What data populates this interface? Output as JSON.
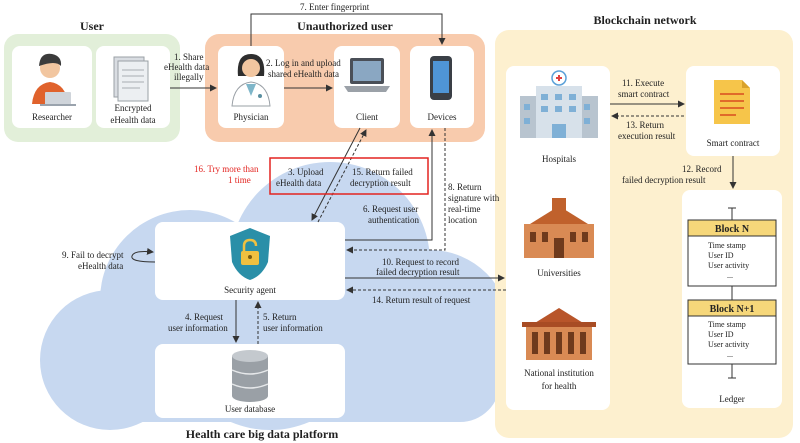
{
  "groups": {
    "user": "User",
    "unauthorized": "Unauthorized user",
    "blockchain": "Blockchain network",
    "platform": "Health care big data platform"
  },
  "nodes": {
    "researcher": "Researcher",
    "encrypted": [
      "Encrypted",
      "eHealth data"
    ],
    "physician": "Physician",
    "client": "Client",
    "devices": "Devices",
    "security_agent": "Security agent",
    "user_database": "User database",
    "hospitals": "Hospitals",
    "universities": "Universities",
    "national": [
      "National institution",
      "for health"
    ],
    "smart_contract": "Smart contract",
    "ledger": "Ledger"
  },
  "blocks": [
    {
      "title": "Block N",
      "fields": [
        "Time stamp",
        "User ID",
        "User activity",
        "..."
      ]
    },
    {
      "title": "Block N+1",
      "fields": [
        "Time stamp",
        "User ID",
        "User activity",
        "..."
      ]
    }
  ],
  "steps": {
    "s1": [
      "1. Share",
      "eHealth data",
      "illegally"
    ],
    "s2": [
      "2. Log in and upload",
      "shared eHealth data"
    ],
    "s3": [
      "3. Upload",
      "eHealth data"
    ],
    "s4": [
      "4. Request",
      "user information"
    ],
    "s5": [
      "5. Return",
      "user information"
    ],
    "s6": [
      "6. Request user",
      "authentication"
    ],
    "s7": "7. Enter fingerprint",
    "s8": [
      "8. Return",
      "signature with",
      "real-time",
      "location"
    ],
    "s9": [
      "9. Fail to decrypt",
      "eHealth data"
    ],
    "s10": [
      "10. Request to record",
      "failed decryption result"
    ],
    "s11": [
      "11. Execute",
      "smart contract"
    ],
    "s12": [
      "12. Record",
      "failed decryption result"
    ],
    "s13": [
      "13. Return",
      "execution result"
    ],
    "s14": "14. Return result of request",
    "s15": [
      "15. Return failed",
      "decryption result"
    ],
    "s16": [
      "16. Try more than",
      "1 time"
    ]
  }
}
